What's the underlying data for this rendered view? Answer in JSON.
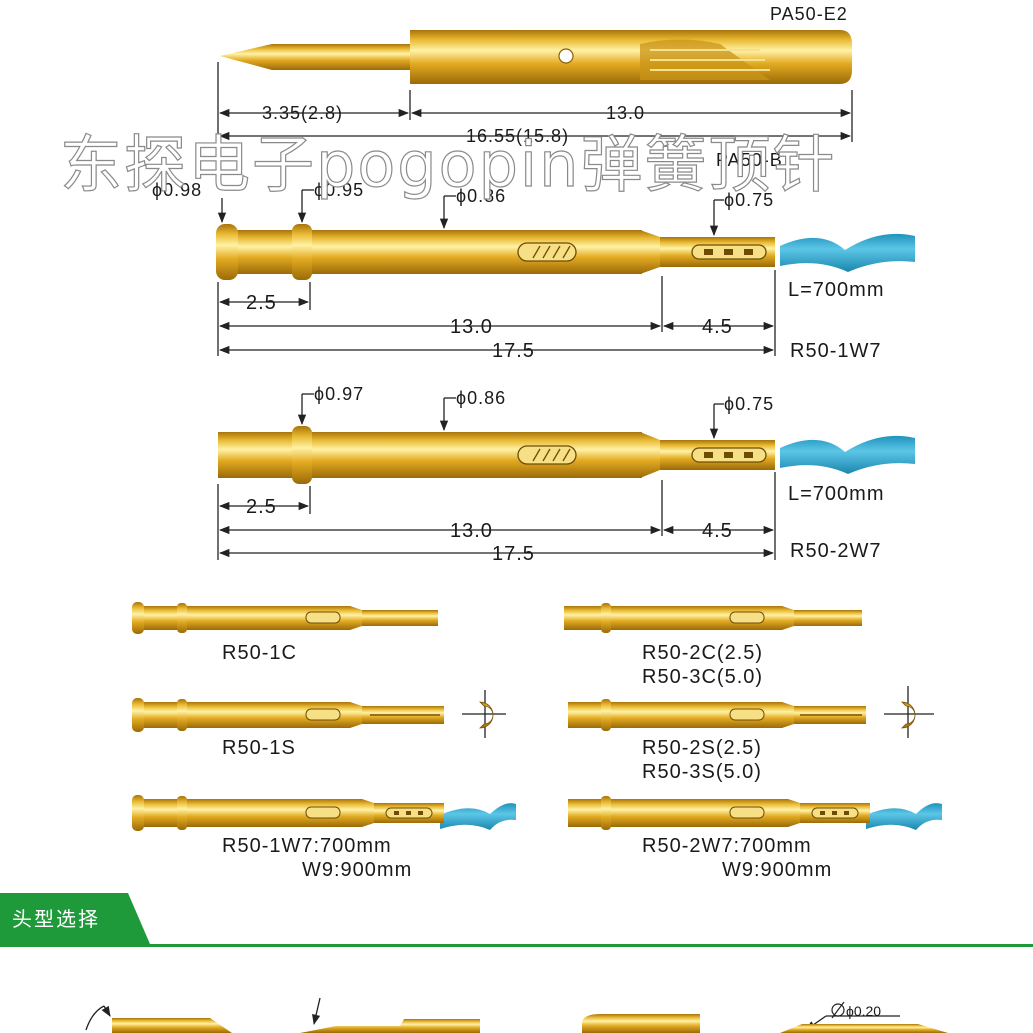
{
  "top_pin": {
    "model": "PA50-E2",
    "dim_left": "3.35(2.8)",
    "dim_right": "13.0",
    "dim_total": "16.55(15.8)",
    "model_below": "PA50-B"
  },
  "watermark": "东探电子pogopin弹簧顶针",
  "pin_1w7": {
    "phi_head": "ϕ0.98",
    "phi_ring": "ϕ0.95",
    "phi_body": "ϕ0.86",
    "phi_tail": "ϕ0.75",
    "wire_len": "L=700mm",
    "dim_a": "2.5",
    "dim_b": "13.0",
    "dim_c": "4.5",
    "dim_total": "17.5",
    "model": "R50-1W7"
  },
  "pin_2w7": {
    "phi_ring": "ϕ0.97",
    "phi_body": "ϕ0.86",
    "phi_tail": "ϕ0.75",
    "wire_len": "L=700mm",
    "dim_a": "2.5",
    "dim_b": "13.0",
    "dim_c": "4.5",
    "dim_total": "17.5",
    "model": "R50-2W7"
  },
  "variants": {
    "r50_1c": "R50-1C",
    "r50_2c": "R50-2C(2.5)",
    "r50_3c": "R50-3C(5.0)",
    "r50_1s": "R50-1S",
    "r50_2s": "R50-2S(2.5)",
    "r50_3s": "R50-3S(5.0)",
    "r50_1w7_a": "R50-1W7:700mm",
    "r50_1w7_b": "W9:900mm",
    "r50_2w7_a": "R50-2W7:700mm",
    "r50_2w7_b": "W9:900mm"
  },
  "section": {
    "title": "头型选择",
    "bar_color": "#1f9a3a"
  },
  "tip_dim": "ϕ0.20",
  "colors": {
    "gold": "#d9a41c",
    "wire": "#2aa8cf"
  }
}
